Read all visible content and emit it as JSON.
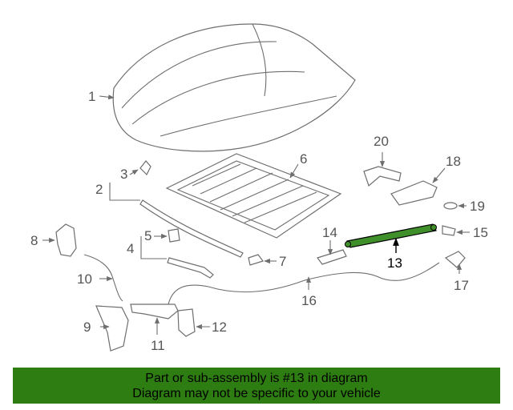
{
  "callouts": {
    "c1": "1",
    "c2": "2",
    "c3": "3",
    "c4": "4",
    "c5": "5",
    "c6": "6",
    "c7": "7",
    "c8": "8",
    "c9": "9",
    "c10": "10",
    "c11": "11",
    "c12": "12",
    "c13": "13",
    "c14": "14",
    "c15": "15",
    "c16": "16",
    "c17": "17",
    "c18": "18",
    "c19": "19",
    "c20": "20"
  },
  "highlighted_part": "13",
  "colors": {
    "highlight_part": "#3f8f2a",
    "banner": "#2e7d12",
    "callout_text": "#555555",
    "line_art": "#6e6e6e"
  },
  "caption": {
    "line1": "Part or sub-assembly is #13 in diagram",
    "line2": "Diagram may not be specific to your vehicle"
  }
}
